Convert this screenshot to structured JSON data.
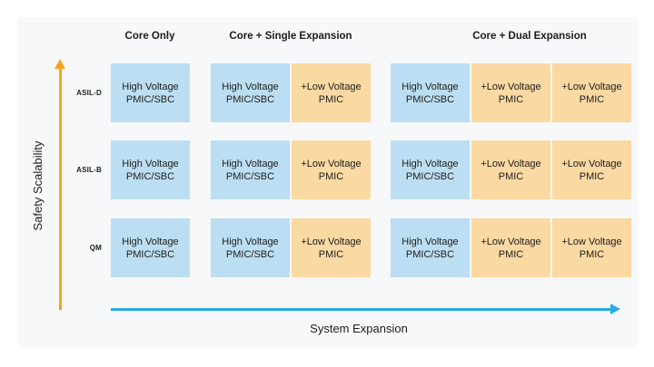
{
  "diagram": {
    "column_headers": [
      {
        "label": "Core Only"
      },
      {
        "label": "Core + Single Expansion"
      },
      {
        "label": "Core + Dual Expansion"
      }
    ],
    "row_labels": [
      {
        "label": "ASIL-D"
      },
      {
        "label": "ASIL-B"
      },
      {
        "label": "QM"
      }
    ],
    "y_axis": {
      "label": "Safety Scalability"
    },
    "x_axis": {
      "label": "System Expansion"
    },
    "box_types": {
      "hv": {
        "line1": "High Voltage",
        "line2": "PMIC/SBC"
      },
      "lv": {
        "line1": "+Low Voltage",
        "line2": "PMIC"
      }
    },
    "matrix": {
      "rows": [
        "ASIL-D",
        "ASIL-B",
        "QM"
      ],
      "groups": [
        {
          "header": "Core Only",
          "boxes": [
            "hv"
          ]
        },
        {
          "header": "Core + Single Expansion",
          "boxes": [
            "hv",
            "lv"
          ]
        },
        {
          "header": "Core + Dual Expansion",
          "boxes": [
            "hv",
            "lv",
            "lv"
          ]
        }
      ]
    },
    "colors": {
      "panel_bg": "#f7f8f9",
      "blue_box": "#bcdef2",
      "orange_box": "#fbd9a3",
      "y_arrow": "#f7a21e",
      "x_arrow": "#29abe2",
      "text": "#1d1d1b"
    }
  }
}
